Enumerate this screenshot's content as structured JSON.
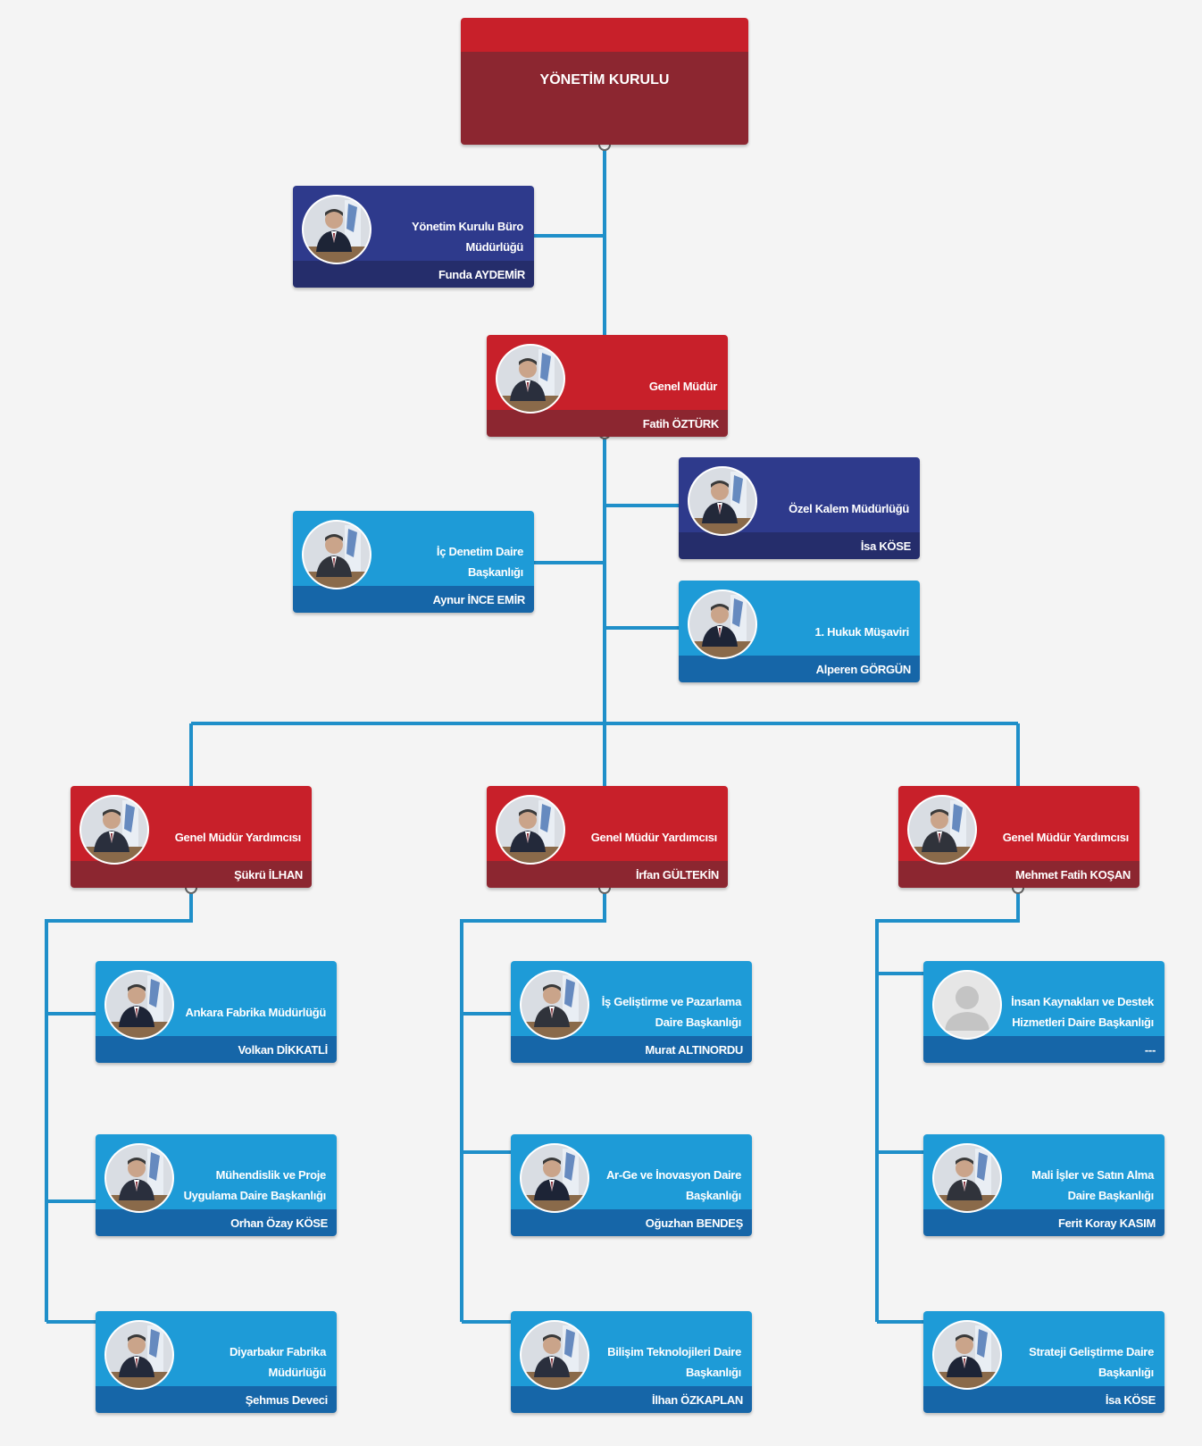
{
  "board": {
    "title": "YÖNETİM KURULU"
  },
  "units": [
    {
      "id": "board-office",
      "title": "Yönetim Kurulu Büro Müdürlüğü",
      "name": "Funda AYDEMİR",
      "color": "navy"
    },
    {
      "id": "general-manager",
      "title": "Genel Müdür",
      "name": "Fatih ÖZTÜRK",
      "color": "red"
    },
    {
      "id": "private-office",
      "title": "Özel Kalem Müdürlüğü",
      "name": "İsa KÖSE",
      "color": "navy"
    },
    {
      "id": "internal-audit",
      "title": "İç Denetim Daire Başkanlığı",
      "name": "Aynur İNCE EMİR",
      "color": "blue"
    },
    {
      "id": "legal-advisor",
      "title": "1. Hukuk Müşaviri",
      "name": "Alperen GÖRGÜN",
      "color": "blue"
    },
    {
      "id": "deputy-1",
      "title": "Genel Müdür Yardımcısı",
      "name": "Şükrü İLHAN",
      "color": "red"
    },
    {
      "id": "deputy-2",
      "title": "Genel Müdür Yardımcısı",
      "name": "İrfan GÜLTEKİN",
      "color": "red"
    },
    {
      "id": "deputy-3",
      "title": "Genel Müdür Yardımcısı",
      "name": "Mehmet Fatih KOŞAN",
      "color": "red"
    },
    {
      "id": "ankara-factory",
      "title": "Ankara Fabrika Müdürlüğü",
      "name": "Volkan DİKKATLİ",
      "color": "blue"
    },
    {
      "id": "engineering",
      "title": "Mühendislik ve Proje Uygulama Daire Başkanlığı",
      "name": "Orhan Özay KÖSE",
      "color": "blue"
    },
    {
      "id": "diyarbakir-factory",
      "title": "Diyarbakır Fabrika Müdürlüğü",
      "name": "Şehmus Deveci",
      "color": "blue"
    },
    {
      "id": "business-dev",
      "title": "İş Geliştirme ve Pazarlama Daire Başkanlığı",
      "name": "Murat ALTINORDU",
      "color": "blue"
    },
    {
      "id": "rnd",
      "title": "Ar-Ge ve İnovasyon Daire Başkanlığı",
      "name": "Oğuzhan BENDEŞ",
      "color": "blue"
    },
    {
      "id": "it",
      "title": "Bilişim Teknolojileri Daire Başkanlığı",
      "name": "İlhan ÖZKAPLAN",
      "color": "blue"
    },
    {
      "id": "hr",
      "title": "İnsan Kaynakları ve Destek Hizmetleri Daire Başkanlığı",
      "name": "---",
      "color": "blue",
      "placeholder_avatar": true
    },
    {
      "id": "finance",
      "title": "Mali İşler ve Satın Alma Daire Başkanlığı",
      "name": "Ferit Koray KASIM",
      "color": "blue"
    },
    {
      "id": "strategy",
      "title": "Strateji Geliştirme Daire Başkanlığı",
      "name": "İsa KÖSE",
      "color": "blue"
    }
  ],
  "colors": {
    "connector": "#1f8fc9",
    "red": "#c8202a",
    "navy": "#2e3a8c",
    "blue": "#1e9bd7"
  }
}
